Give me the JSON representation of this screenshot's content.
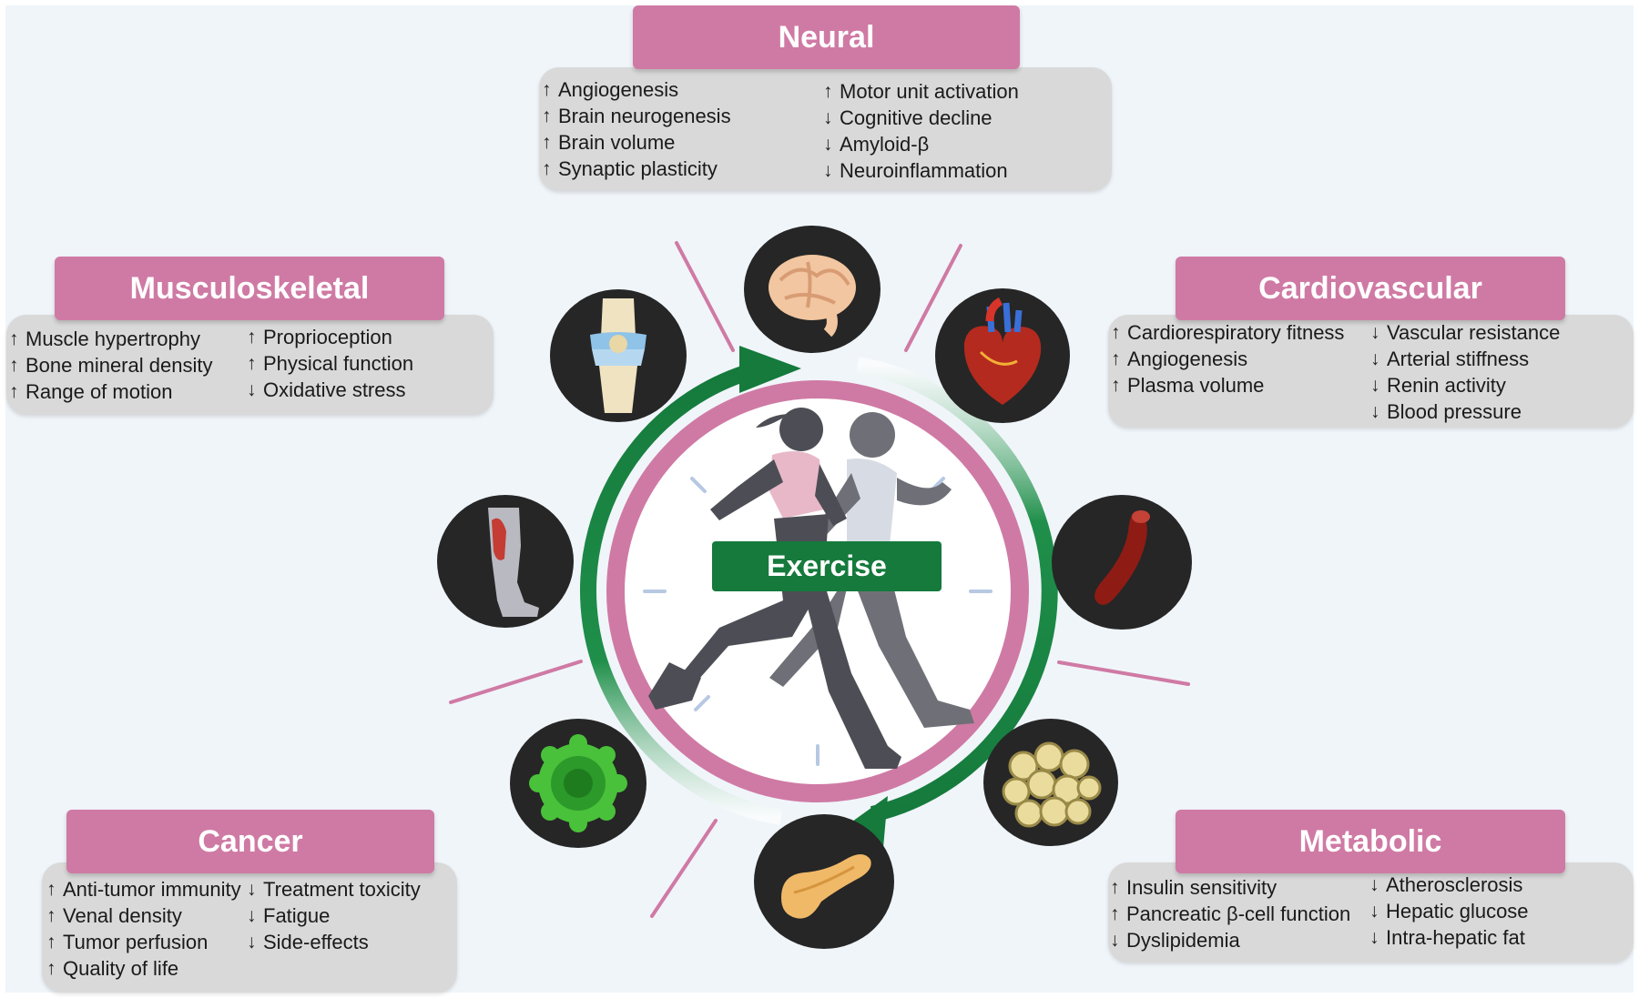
{
  "center": {
    "label": "Exercise"
  },
  "colors": {
    "title_bg": "#cf7aa4",
    "box_bg": "#d9d9d9",
    "ring_pink": "#cf7aa4",
    "arrow_green": "#157a3c",
    "center_label_bg": "#157a3c"
  },
  "icons": [
    "brain-icon",
    "heart-icon",
    "blood-vessel-icon",
    "fat-cells-icon",
    "pancreas-icon",
    "tumor-cell-icon",
    "leg-muscle-icon",
    "knee-joint-icon",
    "runners-icon"
  ],
  "categories": {
    "neural": {
      "title": "Neural",
      "left": [
        {
          "dir": "up",
          "text": "Angiogenesis"
        },
        {
          "dir": "up",
          "text": "Brain neurogenesis"
        },
        {
          "dir": "up",
          "text": "Brain volume"
        },
        {
          "dir": "up",
          "text": "Synaptic plasticity"
        }
      ],
      "right": [
        {
          "dir": "up",
          "text": "Motor unit activation"
        },
        {
          "dir": "down",
          "text": "Cognitive decline"
        },
        {
          "dir": "down",
          "text": "Amyloid-β"
        },
        {
          "dir": "down",
          "text": "Neuroinflammation"
        }
      ]
    },
    "musculoskeletal": {
      "title": "Musculoskeletal",
      "left": [
        {
          "dir": "up",
          "text": "Muscle hypertrophy"
        },
        {
          "dir": "up",
          "text": "Bone mineral density"
        },
        {
          "dir": "up",
          "text": "Range of motion"
        }
      ],
      "right": [
        {
          "dir": "up",
          "text": "Proprioception"
        },
        {
          "dir": "up",
          "text": "Physical function"
        },
        {
          "dir": "down",
          "text": "Oxidative stress"
        }
      ]
    },
    "cardiovascular": {
      "title": "Cardiovascular",
      "left": [
        {
          "dir": "up",
          "text": "Cardiorespiratory fitness"
        },
        {
          "dir": "up",
          "text": "Angiogenesis"
        },
        {
          "dir": "up",
          "text": "Plasma volume"
        }
      ],
      "right": [
        {
          "dir": "down",
          "text": "Vascular resistance"
        },
        {
          "dir": "down",
          "text": "Arterial stiffness"
        },
        {
          "dir": "down",
          "text": "Renin activity"
        },
        {
          "dir": "down",
          "text": "Blood pressure"
        }
      ]
    },
    "cancer": {
      "title": "Cancer",
      "left": [
        {
          "dir": "up",
          "text": "Anti-tumor immunity"
        },
        {
          "dir": "up",
          "text": "Venal density"
        },
        {
          "dir": "up",
          "text": "Tumor perfusion"
        },
        {
          "dir": "up",
          "text": "Quality of life"
        }
      ],
      "right": [
        {
          "dir": "down",
          "text": "Treatment toxicity"
        },
        {
          "dir": "down",
          "text": "Fatigue"
        },
        {
          "dir": "down",
          "text": "Side-effects"
        }
      ]
    },
    "metabolic": {
      "title": "Metabolic",
      "left": [
        {
          "dir": "up",
          "text": "Insulin sensitivity"
        },
        {
          "dir": "up",
          "text": "Pancreatic β-cell function"
        },
        {
          "dir": "down",
          "text": "Dyslipidemia"
        }
      ],
      "right": [
        {
          "dir": "down",
          "text": "Atherosclerosis"
        },
        {
          "dir": "down",
          "text": "Hepatic glucose"
        },
        {
          "dir": "down",
          "text": "Intra-hepatic fat"
        }
      ]
    }
  }
}
